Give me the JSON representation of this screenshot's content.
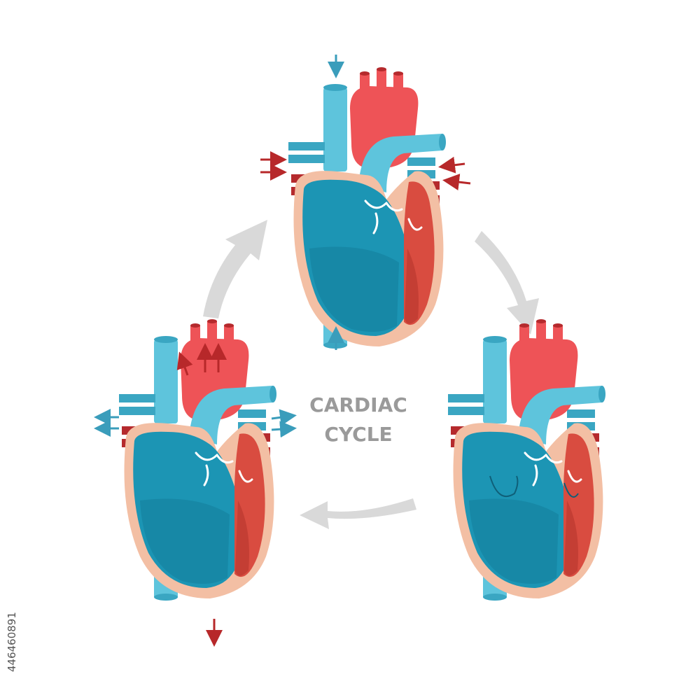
{
  "title": {
    "line1": "CARDIAC",
    "line2": "CYCLE"
  },
  "stock_id": "446460891",
  "colors": {
    "blue_vessel": "#5ec4dc",
    "blue_vessel_dark": "#3aa6c2",
    "deoxy_chamber": "#1c95b4",
    "deoxy_chamber_dark": "#0f6f8c",
    "oxy_vessel": "#ee5357",
    "oxy_vessel_dark": "#b52a2d",
    "oxy_chamber": "#d94c40",
    "oxy_chamber_dark": "#a62a22",
    "outline": "#f3bfa4",
    "cycle_arrow": "#d9d9d9",
    "flow_in_blue": "#3a9dbb",
    "flow_red": "#b7282a",
    "title": "#9a9a9a"
  },
  "hearts": [
    {
      "name": "heart-top",
      "phase": "atrial-filling"
    },
    {
      "name": "heart-right",
      "phase": "ventricular-filling"
    },
    {
      "name": "heart-left",
      "phase": "ventricular-ejection"
    }
  ]
}
